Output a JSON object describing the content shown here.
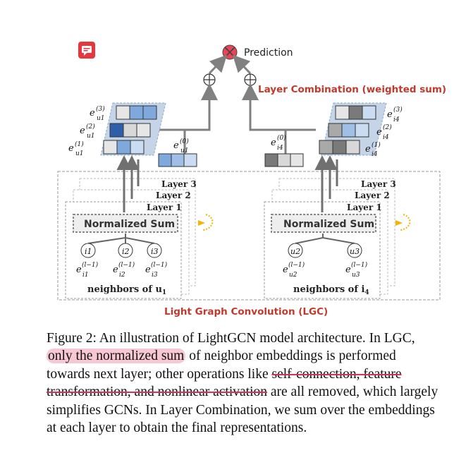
{
  "colors": {
    "accent_red": "#c0392b",
    "note_icon": "#e8363d",
    "emb_dark": "#2f5fa8",
    "emb_mid": "#7fa8dc",
    "emb_light": "#c9dcf2",
    "emb_grey_dark": "#7a7a7a",
    "emb_grey_mid": "#a9a9a9",
    "emb_grey_light": "#d8d8d8",
    "highlight": "#f7c7d3",
    "strike": "#d6335c"
  },
  "icons": {
    "note": "comment-note-icon",
    "prediction": "circle-cross-icon",
    "sum": "circle-plus-icon",
    "loop": "dotted-loop-arrow-icon"
  },
  "figure": {
    "prediction_label": "Prediction",
    "layer_combination_label": "Layer Combination (weighted sum)",
    "lgc_label": "Light Graph Convolution (LGC)",
    "left": {
      "emb_labels": [
        "e_{u_1}^{(3)}",
        "e_{u_1}^{(2)}",
        "e_{u_1}^{(1)}",
        "e_{u_1}^{(0)}"
      ],
      "emb_label_main": [
        "e",
        "e",
        "e",
        "e"
      ],
      "emb_label_sub": [
        "u1",
        "u1",
        "u1",
        "u1"
      ],
      "emb_label_sup": [
        "(3)",
        "(2)",
        "(1)",
        "(0)"
      ],
      "layers": [
        "Layer 3",
        "Layer 2",
        "Layer 1"
      ],
      "normalized_sum": "Normalized Sum",
      "nodes": [
        "i1",
        "i2",
        "i3"
      ],
      "node_emb_sub": [
        "i1",
        "i2",
        "i3"
      ],
      "node_emb_sup": "(l−1)",
      "neighbors_text": "neighbors of u",
      "neighbors_sub": "1"
    },
    "right": {
      "emb_label_sub": [
        "i4",
        "i4",
        "i4",
        "i4"
      ],
      "emb_label_sup": [
        "(3)",
        "(2)",
        "(1)",
        "(0)"
      ],
      "layers": [
        "Layer 3",
        "Layer 2",
        "Layer 1"
      ],
      "normalized_sum": "Normalized Sum",
      "nodes": [
        "u2",
        "u3"
      ],
      "node_emb_sub": [
        "u2",
        "u3"
      ],
      "node_emb_sup": "(l−1)",
      "neighbors_text": "neighbors of i",
      "neighbors_sub": "4"
    }
  },
  "caption": {
    "label": "Figure 2:",
    "line_a": " An illustration of LightGCN model architecture. In LGC, ",
    "highlight": "only the normalized sum",
    "line_b": " of neighbor embeddings is performed towards next layer; other operations like ",
    "struck": "self-connection, feature transformation, and nonlinear activation",
    "line_c": " are all removed, which largely simplifies GCNs. In Layer Combination, we sum over the embeddings at each layer to obtain the final representations."
  }
}
